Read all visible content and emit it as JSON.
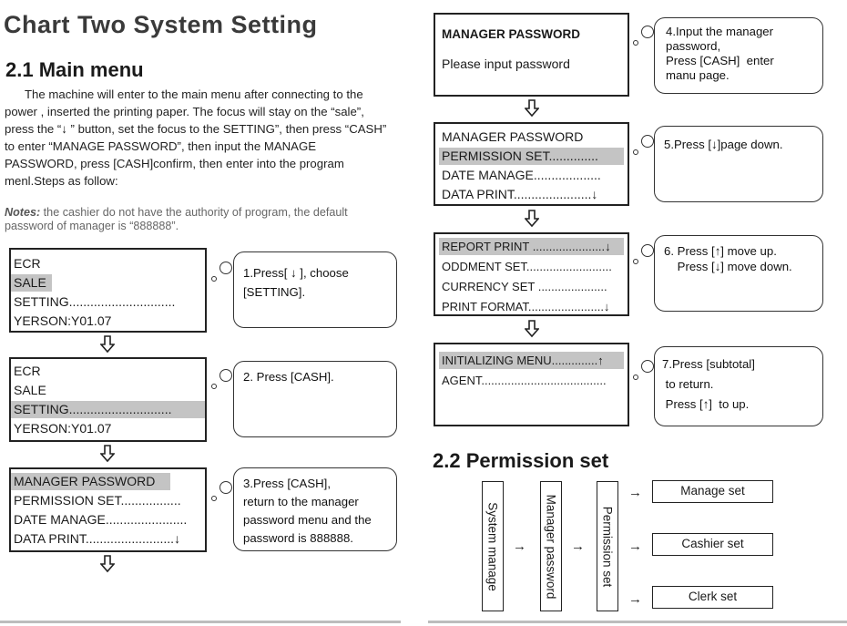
{
  "left": {
    "title": "Chart Two System Setting",
    "section_title": "2.1 Main menu",
    "intro": "The machine will enter to the main menu after connecting to the power , inserted the printing paper. The focus will stay on the “sale”, press the “↓ ” button, set the focus to the SETTING”, then press “CASH” to enter “MANAGE PASSWORD”, then input the MANAGE PASSWORD, press [CASH]confirm, then enter into the program menl.Steps as follow:",
    "notes_label": "Notes:",
    "notes_text": " the cashier do not have the authority of program, the default password of manager is “888888”.",
    "screens": [
      {
        "rows": [
          "ECR",
          "SALE",
          "SETTING..............................",
          "YERSON:Y01.07"
        ],
        "bubble": "1.Press[ ↓ ], choose\n[SETTING]."
      },
      {
        "rows": [
          "ECR",
          "SALE",
          "SETTING.............................",
          "YERSON:Y01.07"
        ],
        "bubble": "2. Press [CASH]."
      },
      {
        "rows": [
          "MANAGER PASSWORD",
          "PERMISSION SET.................",
          "DATE MANAGE.......................",
          "DATA  PRINT.........................↓"
        ],
        "bubble": "3.Press [CASH],\nreturn to the manager\npassword menu and the\npassword is 888888."
      }
    ]
  },
  "right": {
    "screens": [
      {
        "rows": [
          "MANAGER PASSWORD",
          "Please input password"
        ],
        "bubble": "4.Input the manager\npassword,\nPress [CASH]  enter\nmanu page."
      },
      {
        "rows": [
          "MANAGER PASSWORD",
          "PERMISSION SET..............",
          "DATE MANAGE...................",
          "DATA  PRINT......................↓"
        ],
        "bubble": "5.Press [↓]page down."
      },
      {
        "rows": [
          "REPORT PRINT  ......................↓",
          "ODDMENT SET..........................",
          "CURRENCY SET  .....................",
          "PRINT FORMAT.......................↓"
        ],
        "bubble": "6. Press [↑] move up.\n    Press [↓] move down."
      },
      {
        "rows": [
          "INITIALIZING MENU..............↑",
          "AGENT......................................"
        ],
        "bubble": "7.Press [subtotal]\n to return.\n Press [↑]  to up."
      }
    ],
    "section_title": "2.2 Permission set",
    "flow": {
      "system": "System manage",
      "manager": "Manager password",
      "permission": "Permission set",
      "targets": [
        "Manage set",
        "Cashier set",
        "Clerk set"
      ],
      "arrow": "→"
    }
  },
  "colors": {
    "highlight": "#c4c4c4",
    "text": "#1a1a1a",
    "title": "#3a3a3a"
  }
}
